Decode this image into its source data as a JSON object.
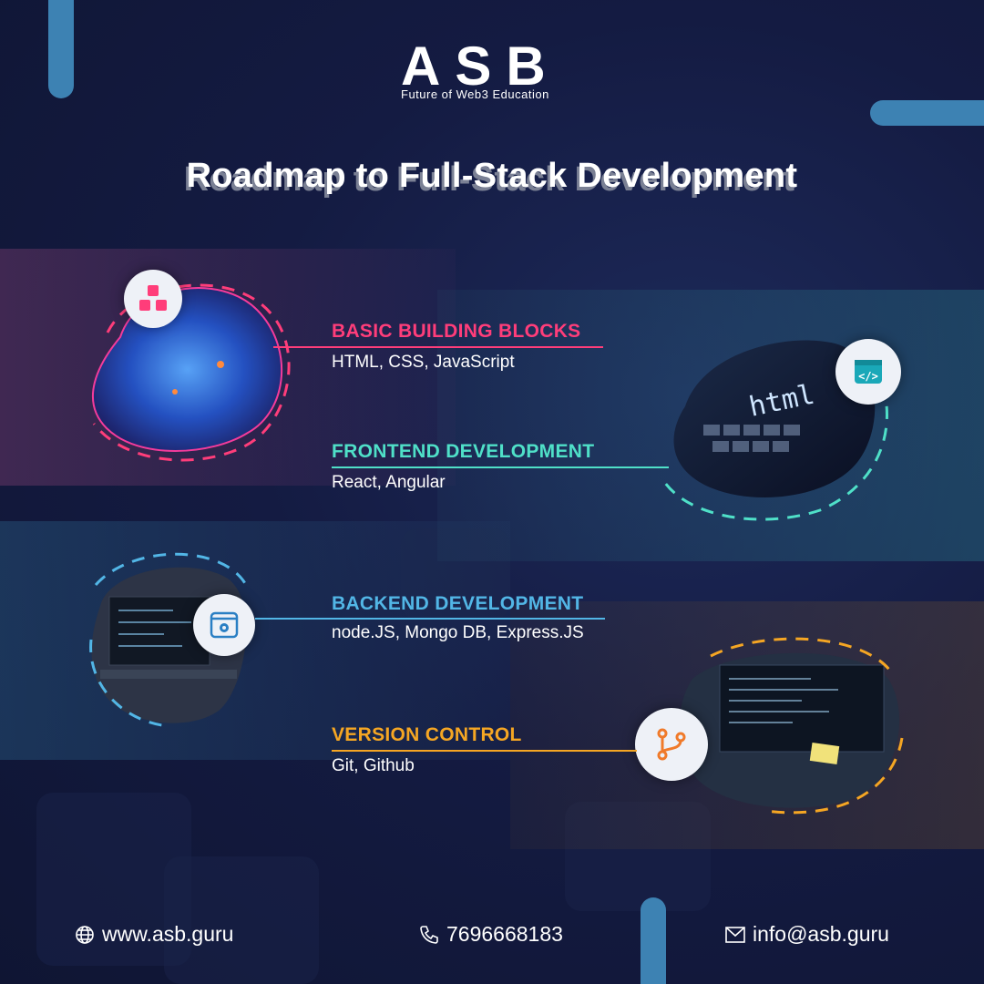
{
  "brand": {
    "logo_text": "ASB",
    "tagline": "Future of Web3 Education"
  },
  "title": "Roadmap to Full-Stack Development",
  "steps": [
    {
      "title": "BASIC BUILDING BLOCKS",
      "desc": "HTML, CSS, JavaScript",
      "accent": "#ff3d7a",
      "icon": "blocks-icon"
    },
    {
      "title": "FRONTEND DEVELOPMENT",
      "desc": "React, Angular",
      "accent": "#4fe0c8",
      "icon": "code-window-icon"
    },
    {
      "title": "BACKEND DEVELOPMENT",
      "desc": "node.JS, Mongo DB, Express.JS",
      "accent": "#52b6e6",
      "icon": "settings-window-icon"
    },
    {
      "title": "VERSION CONTROL",
      "desc": "Git, Github",
      "accent": "#f5a623",
      "icon": "git-branch-icon"
    }
  ],
  "footer": {
    "website": "www.asb.guru",
    "phone": "7696668183",
    "email": "info@asb.guru"
  },
  "colors": {
    "background": "#131a3d",
    "accent_blue": "#3d82b3"
  }
}
